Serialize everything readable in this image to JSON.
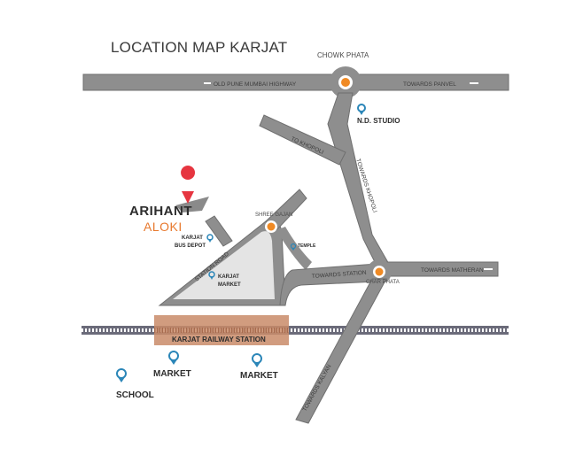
{
  "map": {
    "title": "LOCATION MAP KARJAT",
    "roads": {
      "highway": "OLD PUNE MUMBAI HIGHWAY",
      "towards_panvel": "TOWARDS PANVEL",
      "towards_khopoli": "TO KHOPOLI",
      "vertical_road": "TOWARDS KHOPOLI",
      "station_road": "STATION ROAD",
      "towards_station": "TOWARDS STATION",
      "towards_matheran": "TOWARDS MATHERAN",
      "towards_kalyan": "TOWARDS KALYAN"
    },
    "junctions": {
      "chowk_phata": "CHOWK PHATA",
      "shree_gajan": "SHREE GAJAN",
      "char_phata": "CHAR PHATA"
    },
    "places": {
      "nd_studio": "N.D. STUDIO",
      "bus_depot_line1": "KARJAT",
      "bus_depot_line2": "BUS DEPOT",
      "temple": "TEMPLE",
      "market1_line1": "KARJAT",
      "market1_line2": "MARKET",
      "railway_station": "KARJAT RAILWAY STATION",
      "market2": "MARKET",
      "market3": "MARKET",
      "school": "SCHOOL"
    },
    "brand": {
      "name_line1": "ARIHANT",
      "name_line2": "ALOKI"
    },
    "colors": {
      "road": "#8e8e8e",
      "road_edge": "#6f6f6f",
      "block": "#e4e4e4",
      "junction": "#f08a24",
      "pin": "#2b86b8",
      "brand_pin": "#e63540",
      "station": "#c98b68"
    }
  }
}
